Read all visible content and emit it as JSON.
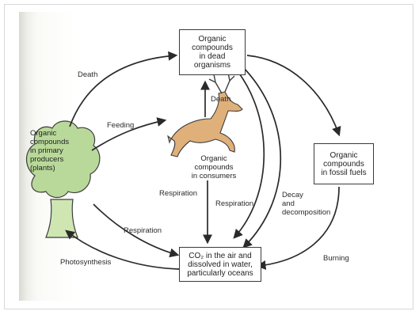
{
  "nodes": {
    "dead": "Organic\ncompounds\nin dead\norganisms",
    "fossil": "Organic\ncompounds\nin fossil fuels",
    "co2": "CO₂ in the air and\ndissolved in water,\nparticularly oceans",
    "producers": "Organic\ncompounds\nin primary\nproducers\n(plants)",
    "consumers": "Organic\ncompounds\nin consumers"
  },
  "edges": {
    "death_plants": "Death",
    "death_consumer": "Death",
    "feeding": "Feeding",
    "respiration_plants": "Respiration",
    "respiration_consumer_left": "Respiration",
    "respiration_consumer_right": "Respiration",
    "decay": "Decay\nand\ndecomposition",
    "burning": "Burning",
    "photosynthesis": "Photosynthesis"
  },
  "colors": {
    "tree": "#b9d99a",
    "deer": "#e0b07a",
    "arrow": "#2a2a2a"
  }
}
